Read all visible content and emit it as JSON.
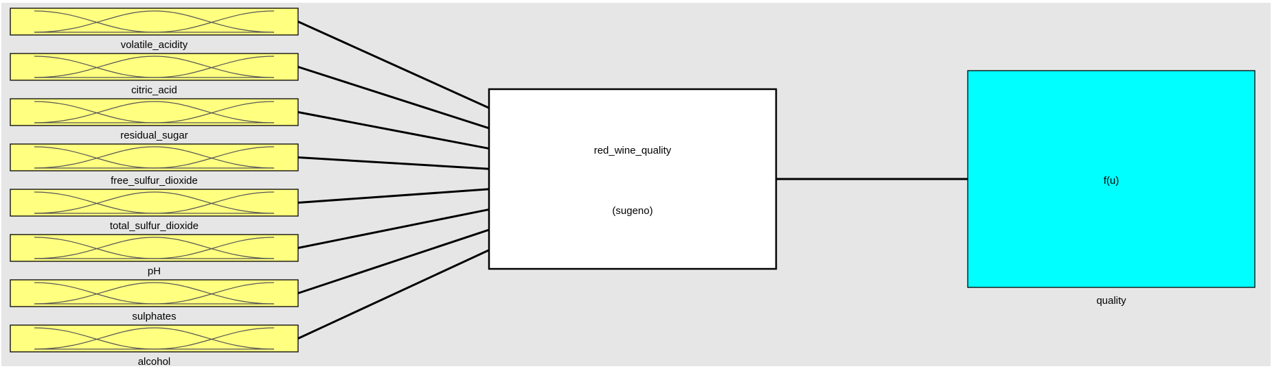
{
  "system": {
    "name": "red_wine_quality",
    "type": "(sugeno)"
  },
  "inputs": [
    {
      "name": "volatile_acidity"
    },
    {
      "name": "citric_acid"
    },
    {
      "name": "residual_sugar"
    },
    {
      "name": "free_sulfur_dioxide"
    },
    {
      "name": "total_sulfur_dioxide"
    },
    {
      "name": "pH"
    },
    {
      "name": "sulphates"
    },
    {
      "name": "alcohol"
    }
  ],
  "output": {
    "function_label": "f(u)",
    "name": "quality"
  },
  "colors": {
    "background": "#e6e6e6",
    "input_fill": "#ffff80",
    "system_fill": "#ffffff",
    "output_fill": "#00ffff"
  }
}
